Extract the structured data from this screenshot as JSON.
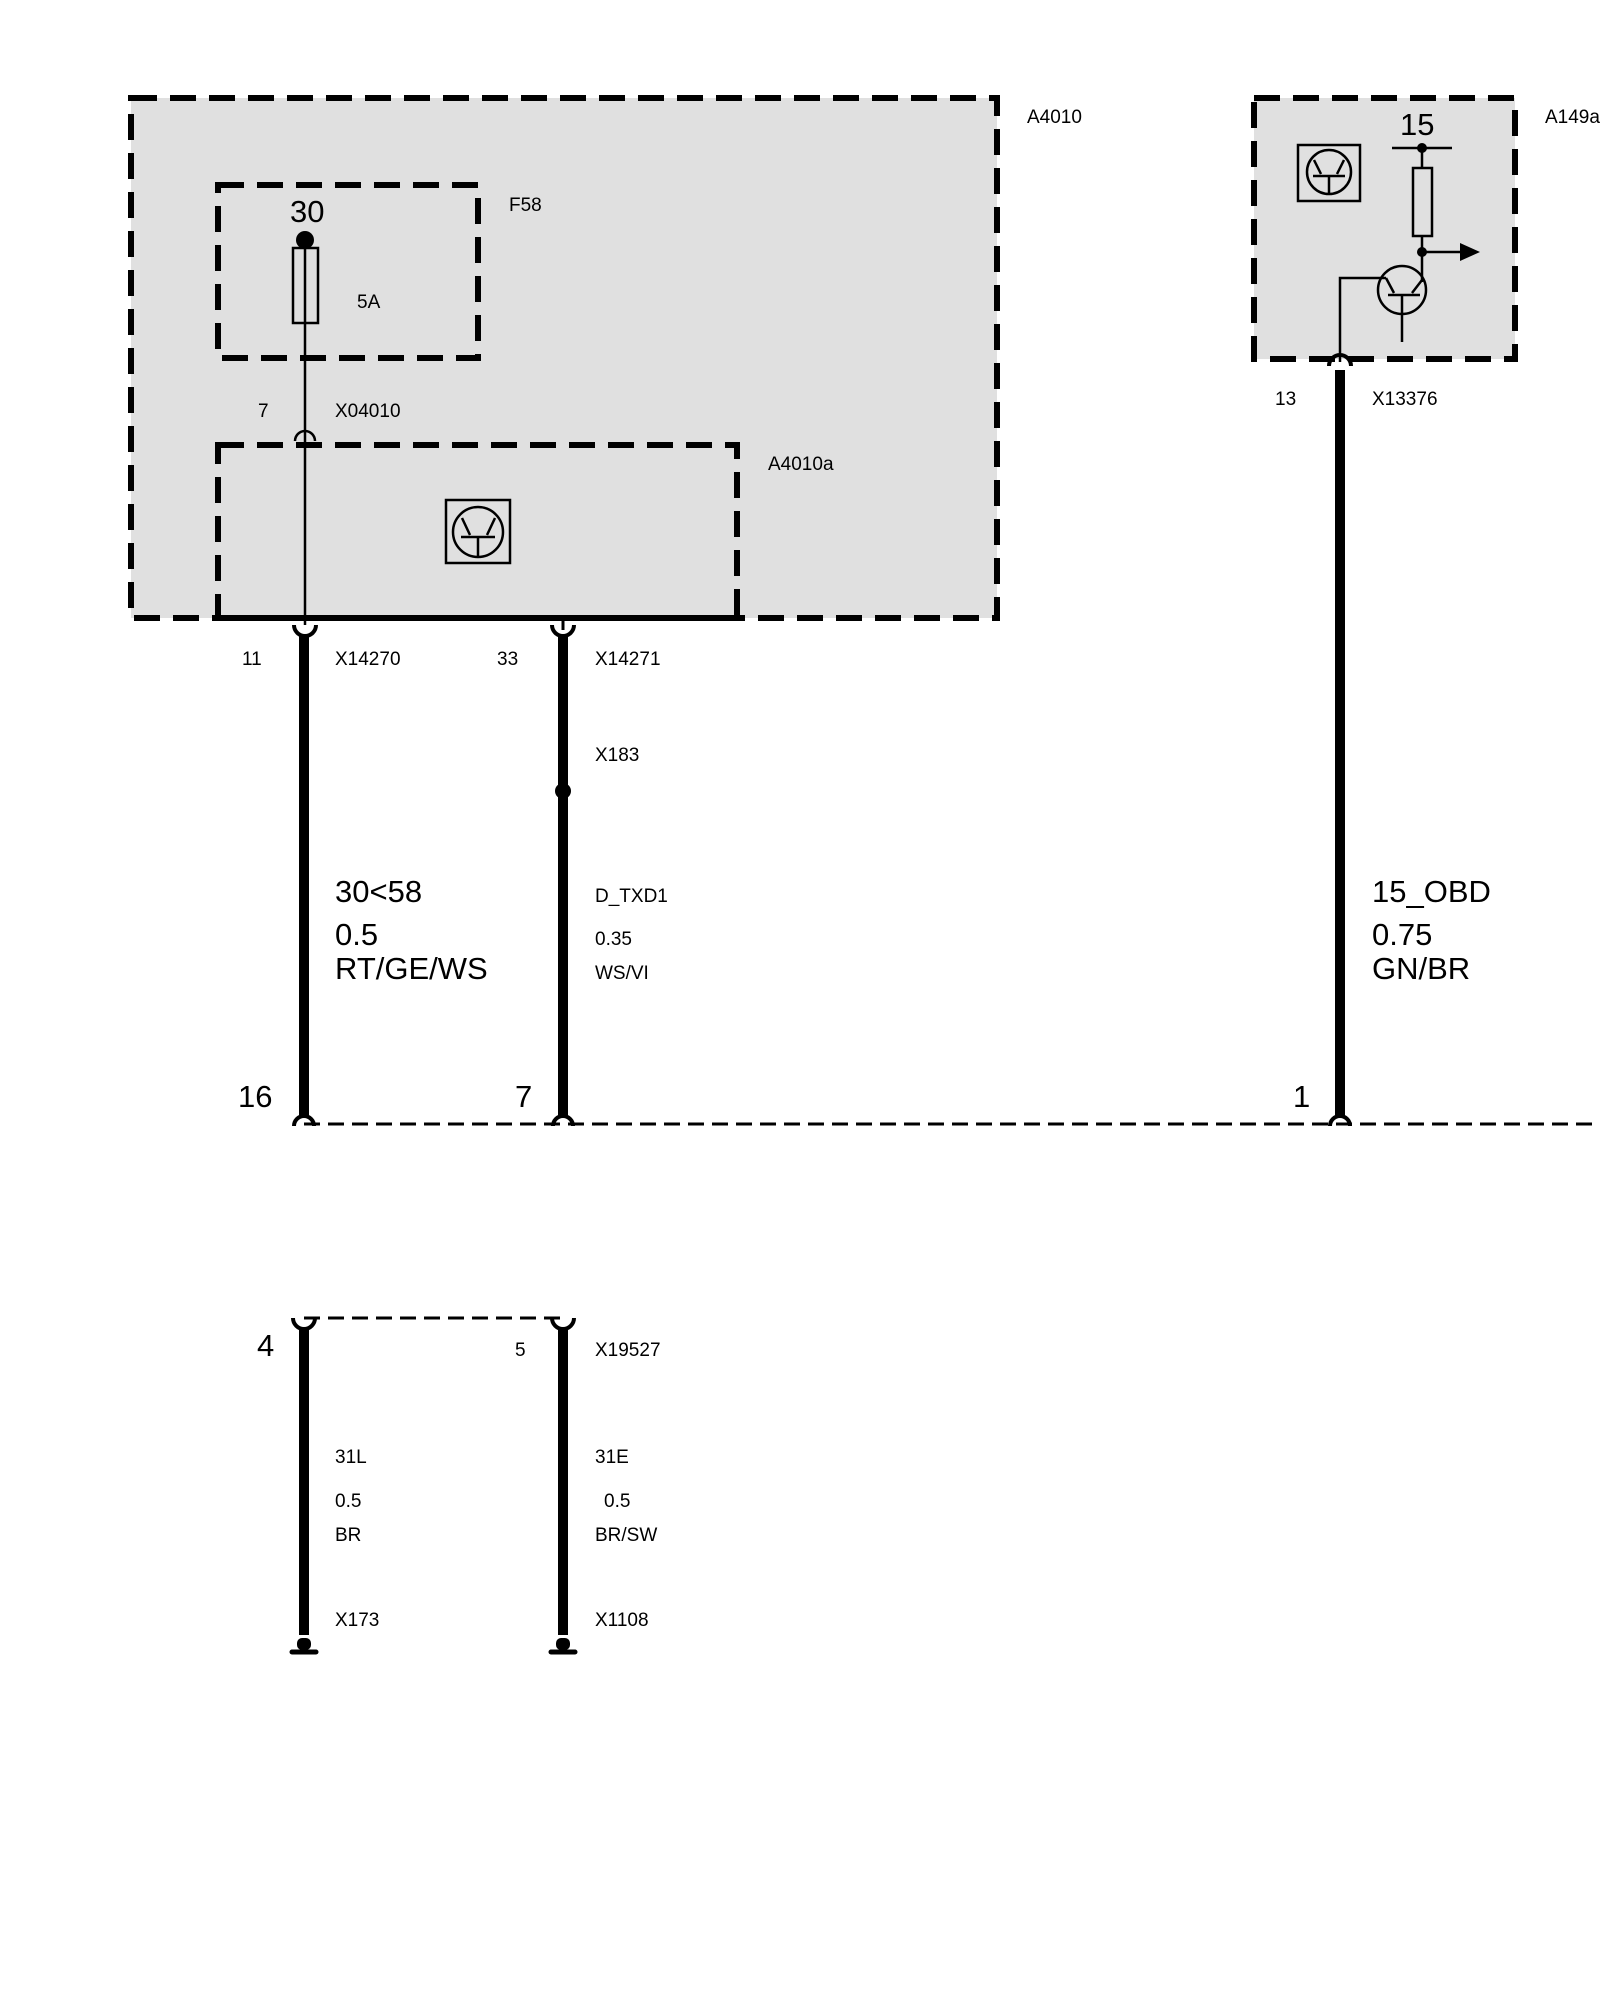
{
  "modules": {
    "a4010": {
      "label": "A4010"
    },
    "f58": {
      "label": "F58",
      "terminal": "30",
      "rating": "5A"
    },
    "a4010a": {
      "label": "A4010a"
    },
    "a149a": {
      "label": "A149a",
      "terminal": "15"
    }
  },
  "connectors": {
    "x04010": {
      "pin": "7",
      "label": "X04010"
    },
    "x14270": {
      "pin": "11",
      "label": "X14270"
    },
    "x14271": {
      "pin": "33",
      "label": "X14271"
    },
    "x13376": {
      "pin": "13",
      "label": "X13376"
    },
    "x183": {
      "label": "X183"
    },
    "x19527": {
      "pin_left": "4",
      "pin_right": "5",
      "label": "X19527"
    }
  },
  "wires": {
    "w1": {
      "signal": "30<58",
      "gauge": "0.5",
      "color": "RT/GE/WS",
      "pin": "16"
    },
    "w2": {
      "signal": "D_TXD1",
      "gauge": "0.35",
      "color": "WS/VI",
      "pin": "7"
    },
    "w3": {
      "signal": "15_OBD",
      "gauge": "0.75",
      "color": "GN/BR",
      "pin": "1"
    },
    "w4": {
      "signal": "31L",
      "gauge": "0.5",
      "color": "BR",
      "ground": "X173"
    },
    "w5": {
      "signal": "31E",
      "gauge": "0.5",
      "color": "BR/SW",
      "ground": "X1108"
    }
  }
}
